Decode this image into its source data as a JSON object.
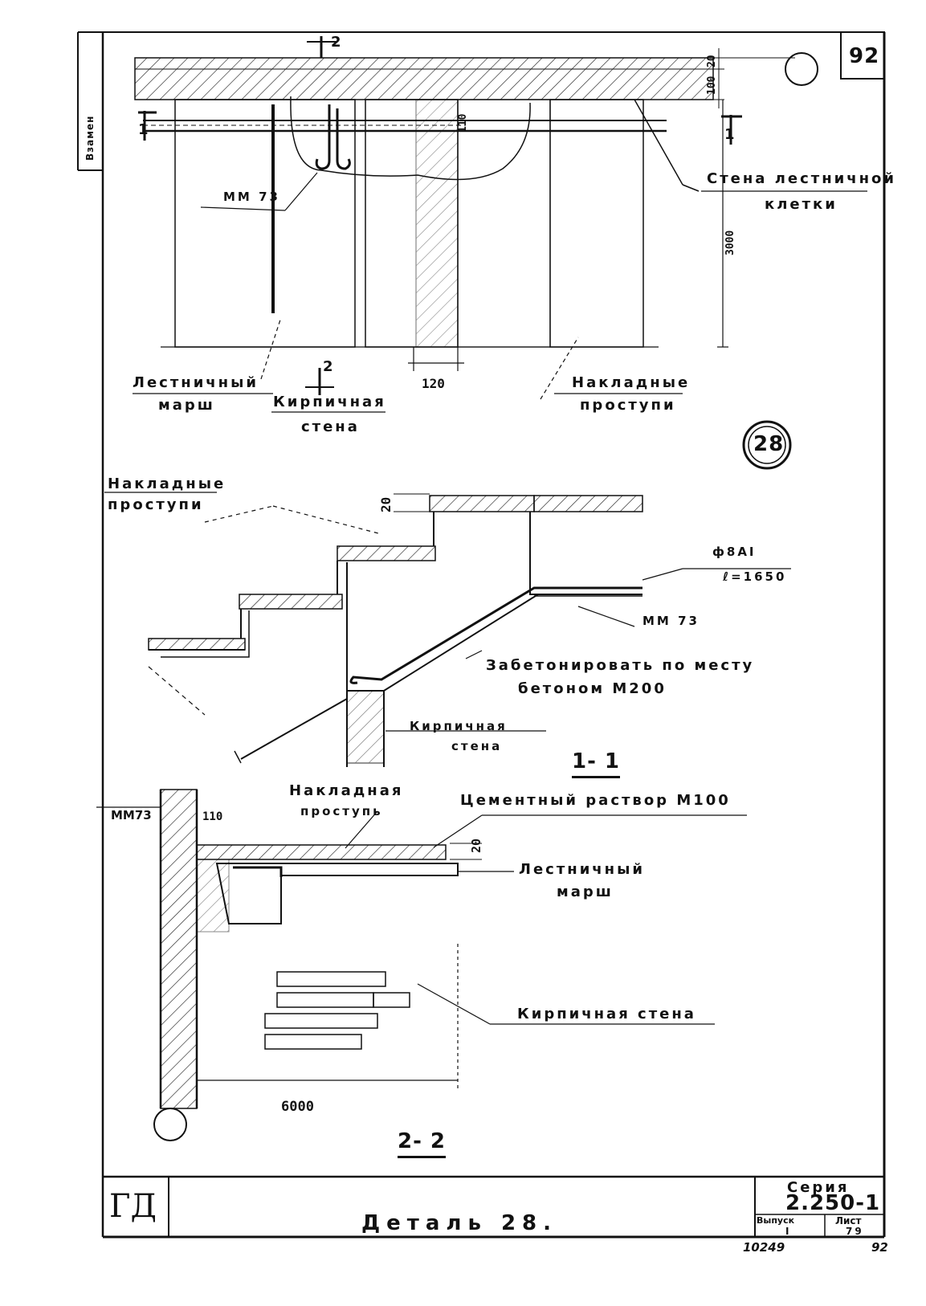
{
  "sheet": {
    "page_number": "92",
    "side_stamp": "Взамен",
    "detail_mark": "28",
    "title": "Деталь 28.",
    "logo": "ГД",
    "series_label": "Серия",
    "series_value": "2.250-1",
    "issue_label": "Выпуск",
    "issue_value": "I",
    "sheet_label": "Лист",
    "sheet_value": "79",
    "archive_number": "10249",
    "corner_number": "92"
  },
  "plan_view": {
    "section_mark_1": "1",
    "section_mark_2": "2",
    "label_stair_wall_line1": "Стена лестничной",
    "label_stair_wall_line2": "клетки",
    "label_mm": "ММ 73",
    "label_flight_line1": "Лестничный",
    "label_flight_line2": "марш",
    "label_brick_wall_line1": "Кирпичная",
    "label_brick_wall_line2": "стена",
    "label_treads_line1": "Накладные",
    "label_treads_line2": "проступи",
    "dim_20": "20",
    "dim_100": "100",
    "dim_110": "110",
    "dim_120": "120",
    "dim_3000": "3000"
  },
  "section_1_1": {
    "label_treads_line1": "Накладные",
    "label_treads_line2": "проступи",
    "dim_20": "20",
    "rebar_line1": "ф8AI",
    "rebar_line2": "ℓ=1650",
    "label_mm": "ММ 73",
    "label_concrete_line1": "Забетонировать по месту",
    "label_concrete_line2": "бетоном   М200",
    "label_brick_wall_line1": "Кирпичная",
    "label_brick_wall_line2": "стена",
    "section_title": "1- 1"
  },
  "section_2_2": {
    "label_mm": "ММ73",
    "dim_110": "110",
    "label_tread_line1": "Накладная",
    "label_tread_line2": "проступь",
    "label_mortar": "Цементный раствор М100",
    "dim_20": "20",
    "label_flight_line1": "Лестничный",
    "label_flight_line2": "марш",
    "label_brick_wall": "Кирпичная стена",
    "dim_6000": "6000",
    "section_title": "2- 2"
  }
}
